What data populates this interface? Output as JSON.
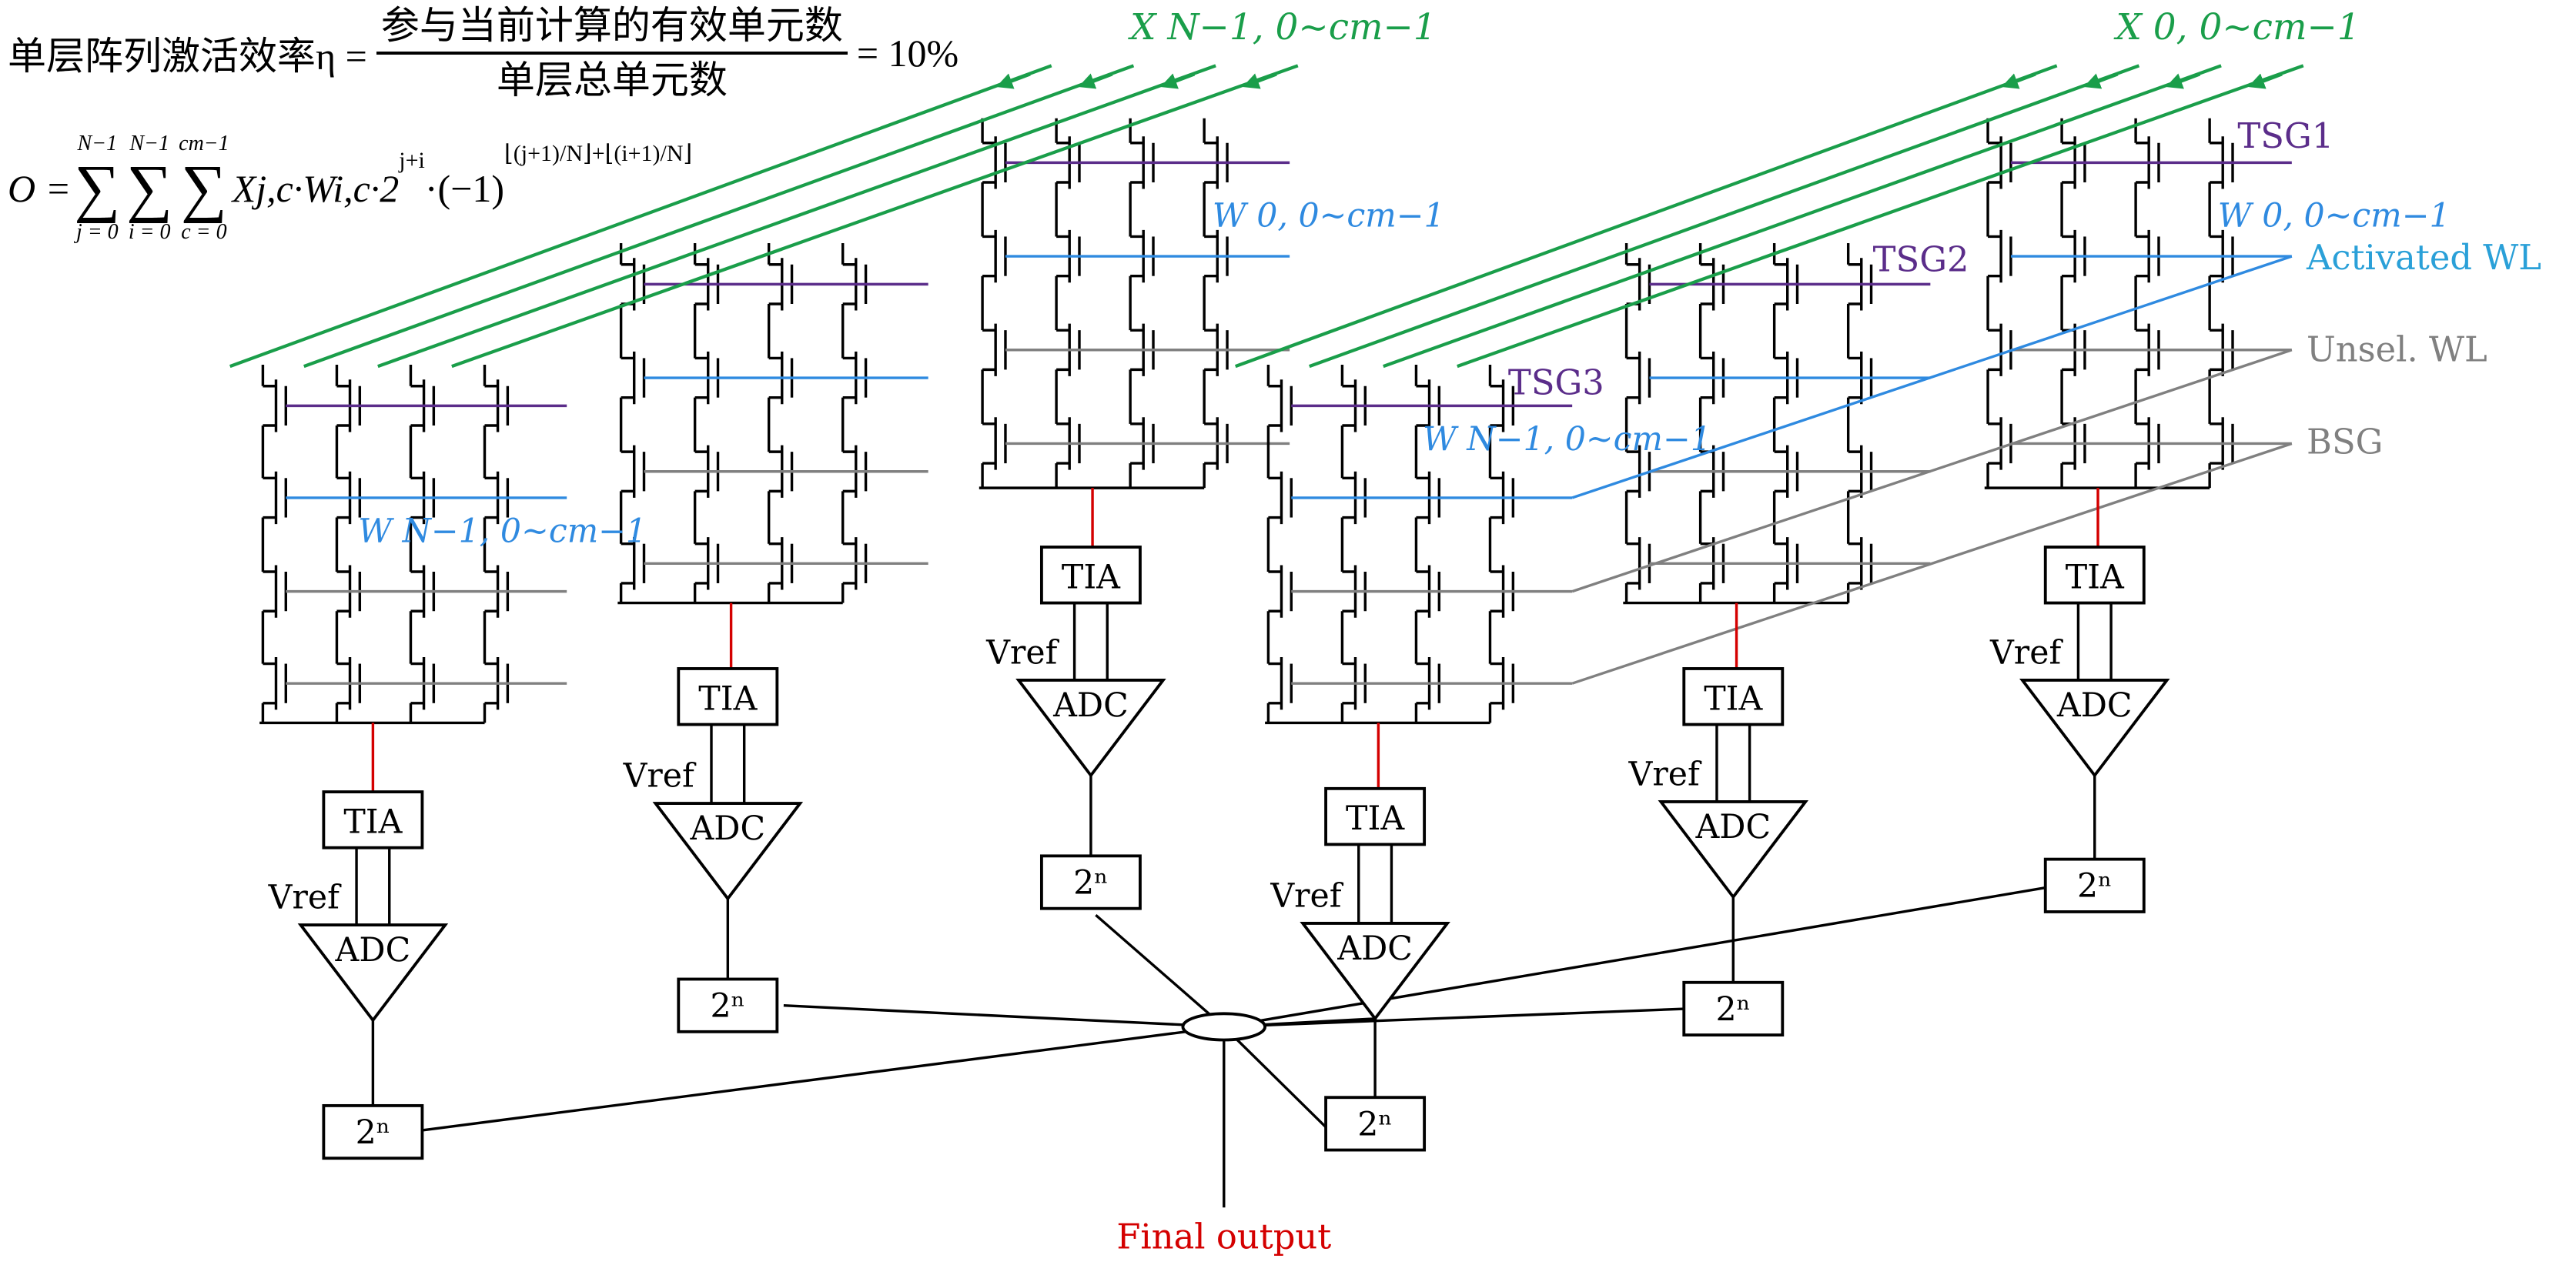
{
  "equations": {
    "efficiency": {
      "lhs": "单层阵列激活效率η =",
      "numerator": "参与当前计算的有效单元数",
      "denominator": "单层总单元数",
      "rhs": "= 10%"
    },
    "output": {
      "lhs": "O =",
      "sums": [
        {
          "upper": "N−1",
          "lower": "j = 0"
        },
        {
          "upper": "N−1",
          "lower": "i = 0"
        },
        {
          "upper": "cm−1",
          "lower": "c = 0"
        }
      ],
      "body": "Xj,c·Wi,c·2",
      "power": "j+i",
      "tail": "·(−1)",
      "tail_power": "⌊(j+1)/N⌋+⌊(i+1)/N⌋"
    }
  },
  "labels": {
    "x_left": "X N−1, 0~cm−1",
    "x_right": "X 0, 0~cm−1",
    "w0_a": "W 0, 0~cm−1",
    "w0_b": "W 0, 0~cm−1",
    "wn_a": "W N−1, 0~cm−1",
    "wn_b": "W N−1, 0~cm−1",
    "tsg1": "TSG1",
    "tsg2": "TSG2",
    "tsg3": "TSG3",
    "activated_wl": "Activated WL",
    "unsel_wl": "Unsel. WL",
    "bsg": "BSG",
    "final_output": "Final output"
  },
  "blocks": {
    "tia": "TIA",
    "adc": "ADC",
    "vref": "Vref",
    "shift": "2ⁿ"
  },
  "colors": {
    "bitline": "#1a9e4a",
    "tsg": "#5b2d8a",
    "activated_wl": "#2f8ae0",
    "unselected_wl": "#808080",
    "output_wire": "#d40000",
    "final_output_text": "#d40000",
    "wiring": "#000000"
  }
}
